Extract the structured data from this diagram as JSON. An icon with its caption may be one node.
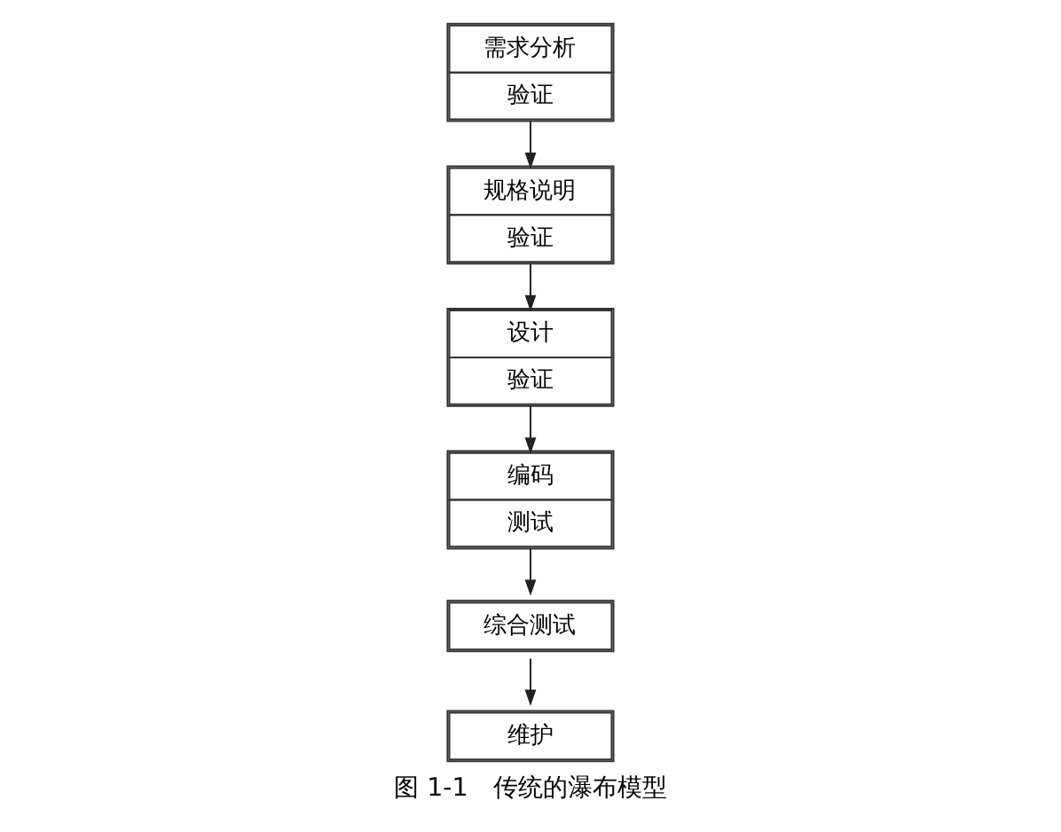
{
  "diagram": {
    "caption": "图 1-1　传统的瀑布模型",
    "nodes": [
      {
        "text": [
          "需求分析",
          "验证"
        ]
      },
      {
        "text": [
          "规格说明",
          "验证"
        ]
      },
      {
        "text": [
          "设计",
          "验证"
        ]
      },
      {
        "text": [
          "编码",
          "测试"
        ]
      },
      {
        "text": [
          "综合测试"
        ]
      },
      {
        "text": [
          "维护"
        ]
      }
    ],
    "edges": [
      {
        "from": 0,
        "to": 1,
        "arrow": "to"
      },
      {
        "from": 1,
        "to": 2,
        "arrow": "to"
      },
      {
        "from": 2,
        "to": 3,
        "arrow": "to"
      },
      {
        "from": 3,
        "to": 4,
        "arrow": "to"
      },
      {
        "from": 4,
        "to": 5,
        "arrow": "to"
      }
    ]
  }
}
